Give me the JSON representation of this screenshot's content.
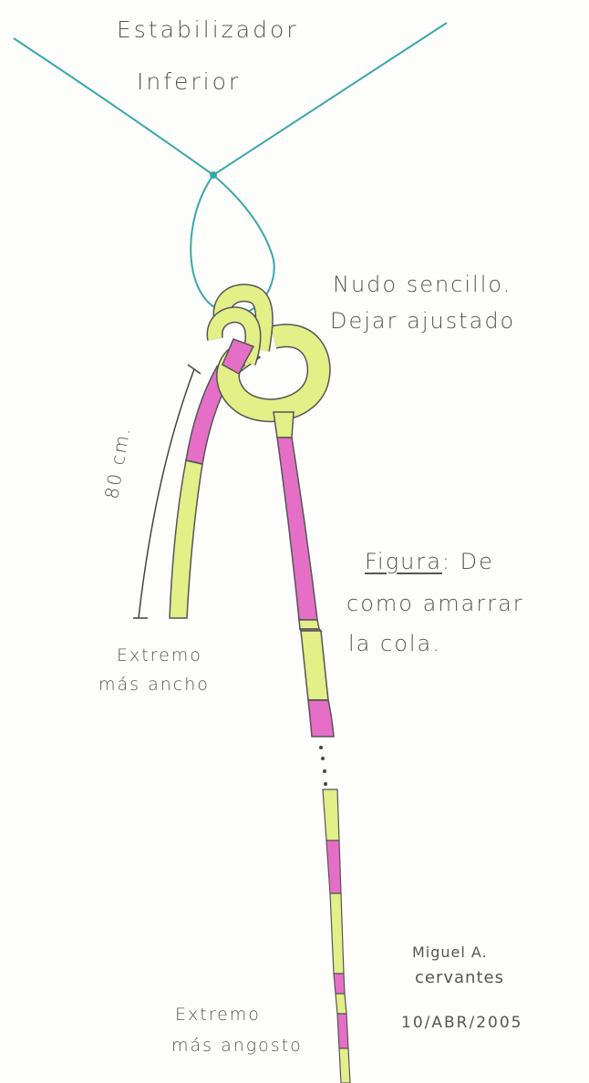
{
  "labels": {
    "title_line1": "Estabilizador",
    "title_line2": "Inferior",
    "knot_line1": "Nudo sencillo.",
    "knot_line2": "Dejar ajustado",
    "figure_word": "Figura",
    "figure_rest": ": De",
    "figure_line2": "como amarrar",
    "figure_line3": "la cola.",
    "wide_end_line1": "Extremo",
    "wide_end_line2": "más ancho",
    "narrow_end_line1": "Extremo",
    "narrow_end_line2": "más angosto",
    "dimension": "80 cm."
  },
  "signature": {
    "name_line1": "Miguel A.",
    "name_line2": "cervantes",
    "date": "10/ABR/2005"
  },
  "colors": {
    "line": "#3aa7a9",
    "tail_yellow": "#e3ef87",
    "tail_pink": "#e56fc6",
    "outline": "#555555"
  }
}
